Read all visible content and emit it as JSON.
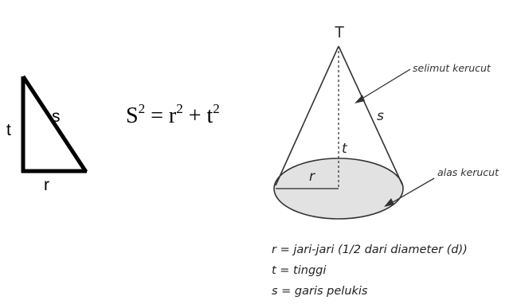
{
  "triangle": {
    "label_t": "t",
    "label_s": "s",
    "label_r": "r"
  },
  "formula": {
    "s": "S",
    "s_exp": "2",
    "eq": " = ",
    "r": "r",
    "r_exp": "2",
    "plus": " + ",
    "t": "t",
    "t_exp": "2"
  },
  "cone": {
    "apex": "T",
    "slant": "s",
    "height": "t",
    "radius": "r",
    "surface_label": "selimut kerucut",
    "base_label": "alas kerucut"
  },
  "legend": [
    "r = jari-jari (1/2 dari diameter (d))",
    "t = tinggi",
    "s = garis pelukis"
  ],
  "colors": {
    "base_fill": "#e2e2e2",
    "line": "#000000"
  }
}
